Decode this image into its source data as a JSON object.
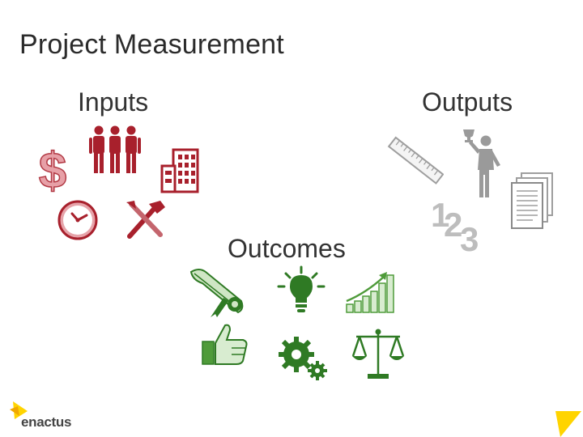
{
  "slide": {
    "title": "Project Measurement",
    "sections": {
      "inputs": "Inputs",
      "outputs": "Outputs",
      "outcomes": "Outcomes"
    },
    "numbers_icon": {
      "one": "1",
      "two": "2",
      "three": "3"
    },
    "logo": {
      "text": "enactus"
    }
  },
  "colors": {
    "inputs": "#a8202c",
    "inputs_light": "#e9a0a6",
    "outputs": "#b5b5b5",
    "outcomes": "#4f9b3a",
    "logo_yellow": "#ffd400"
  },
  "icons": {
    "inputs": [
      "dollar-icon",
      "people-icon",
      "building-icon",
      "clock-icon",
      "tools-icon"
    ],
    "outputs": [
      "ruler-icon",
      "trophy-person-icon",
      "numbers-icon",
      "documents-icon"
    ],
    "outcomes": [
      "diploma-icon",
      "lightbulb-icon",
      "growth-chart-icon",
      "thumbs-up-icon",
      "gears-icon",
      "scales-icon"
    ]
  }
}
